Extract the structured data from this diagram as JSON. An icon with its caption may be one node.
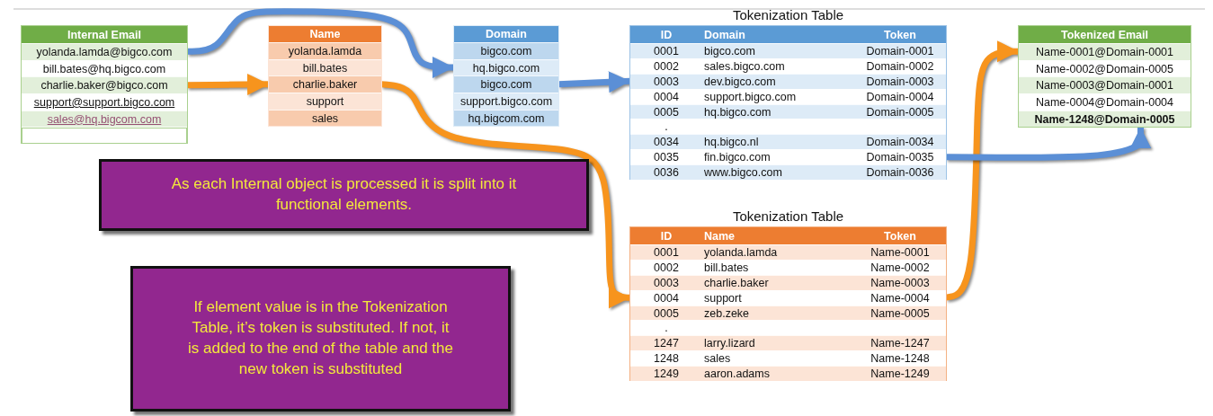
{
  "diagram": {
    "nodes": [
      {
        "text": [
          "Internal Email"
        ]
      },
      {
        "text": [
          "yolanda.lamda@bigco.com"
        ],
        "in": 0
      },
      {
        "text": [
          "bill.bates@hq.bigco.com"
        ],
        "in": 0
      },
      {
        "text": [
          "charlie.baker@bigco.com"
        ],
        "in": 0
      },
      {
        "text": [
          "support@support.bigco.com"
        ],
        "in": 0
      },
      {
        "text": [
          "sales@hq.bigcom.com"
        ],
        "in": 0
      },
      {
        "text": [],
        "shape": "box",
        "in": 0
      },
      {
        "text": [
          "Name"
        ]
      },
      {
        "text": [
          "yolanda.lamda"
        ],
        "in": 7
      },
      {
        "text": [
          "bill.bates"
        ],
        "in": 7
      },
      {
        "text": [
          "charlie.baker"
        ],
        "in": 7
      },
      {
        "text": [
          "support"
        ],
        "in": 7
      },
      {
        "text": [
          "sales"
        ],
        "in": 7
      },
      {
        "text": [
          "Domain"
        ]
      },
      {
        "text": [
          "bigco.com"
        ],
        "in": 13
      },
      {
        "text": [
          "hq.bigco.com"
        ],
        "in": 13
      },
      {
        "text": [
          "bigco.com"
        ],
        "in": 13
      },
      {
        "text": [
          "support.bigco.com"
        ],
        "in": 13
      },
      {
        "text": [
          "hq.bigcom.com"
        ],
        "in": 13
      },
      {
        "text": [
          "Tokenization Table",
          "ID",
          "Domain",
          "Token"
        ]
      },
      {
        "text": [
          "0001",
          "bigco.com",
          "Domain-0001"
        ],
        "in": 19
      },
      {
        "text": [
          "0002",
          "sales.bigco.com",
          "Domain-0002"
        ],
        "in": 19
      },
      {
        "text": [
          "0003",
          "dev.bigco.com",
          "Domain-0003"
        ],
        "in": 19
      },
      {
        "text": [
          "0004",
          "support.bigco.com",
          "Domain-0004"
        ],
        "in": 19
      },
      {
        "text": [
          "0005",
          "hq.bigco.com",
          "Domain-0005"
        ],
        "in": 19
      },
      {
        "text": [
          "."
        ],
        "in": 19
      },
      {
        "text": [
          "0034",
          "hq.bigco.nl",
          "Domain-0034"
        ],
        "in": 19
      },
      {
        "text": [
          "0035",
          "fin.bigco.com",
          "Domain-0035"
        ],
        "in": 19
      },
      {
        "text": [
          "0036",
          "www.bigco.com",
          "Domain-0036"
        ],
        "in": 19
      },
      {
        "text": [
          "Tokenized Email"
        ]
      },
      {
        "text": [
          "Name-0001@Domain-0001"
        ],
        "in": 29
      },
      {
        "text": [
          "Name-0002@Domain-0005"
        ],
        "in": 29
      },
      {
        "text": [
          "Name-0003@Domain-0001"
        ],
        "in": 29
      },
      {
        "text": [
          "Name-0004@Domain-0004"
        ],
        "in": 29
      },
      {
        "text": [
          "Name-1248@Domain-0005"
        ],
        "in": 29
      },
      {
        "text": [
          "As each Internal object is processed it is split into it functional elements."
        ]
      },
      {
        "text": [
          "Tokenization Table",
          "ID",
          "Name",
          "Token"
        ]
      },
      {
        "text": [
          "0001",
          "yolanda.lamda",
          "Name-0001"
        ],
        "in": 36
      },
      {
        "text": [
          "0002",
          "bill.bates",
          "Name-0002"
        ],
        "in": 36
      },
      {
        "text": [
          "0003",
          "charlie.baker",
          "Name-0003"
        ],
        "in": 36
      },
      {
        "text": [
          "0004",
          "support",
          "Name-0004"
        ],
        "in": 36
      },
      {
        "text": [
          "0005",
          "zeb.zeke",
          "Name-0005"
        ],
        "in": 36
      },
      {
        "text": [
          "."
        ],
        "in": 36
      },
      {
        "text": [
          "1247",
          "larry.lizard",
          "Name-1247"
        ],
        "in": 36
      },
      {
        "text": [
          "1248",
          "sales",
          "Name-1248"
        ],
        "in": 36
      },
      {
        "text": [
          "1249",
          "aaron.adams",
          "Name-1249"
        ],
        "in": 36
      },
      {
        "text": [
          "If element value is in the Tokenization Table, it’s token is substituted.  If not, it is added to the end of the table and the new token is substituted"
        ]
      }
    ],
    "edges": [
      {
        "from": 1,
        "to": 15,
        "arrow": "to",
        "color": "#5b8fd6"
      },
      {
        "from": 3,
        "to": 10,
        "arrow": "to",
        "color": "#f7941d"
      },
      {
        "from": 16,
        "to": 22,
        "arrow": "to",
        "color": "#5b8fd6"
      },
      {
        "from": 10,
        "to": 40,
        "arrow": "to",
        "color": "#f7941d"
      },
      {
        "from": 40,
        "to": 30,
        "arrow": "to",
        "color": "#f7941d"
      },
      {
        "from": 27,
        "to": 34,
        "arrow": "to",
        "color": "#5b8fd6"
      }
    ]
  }
}
